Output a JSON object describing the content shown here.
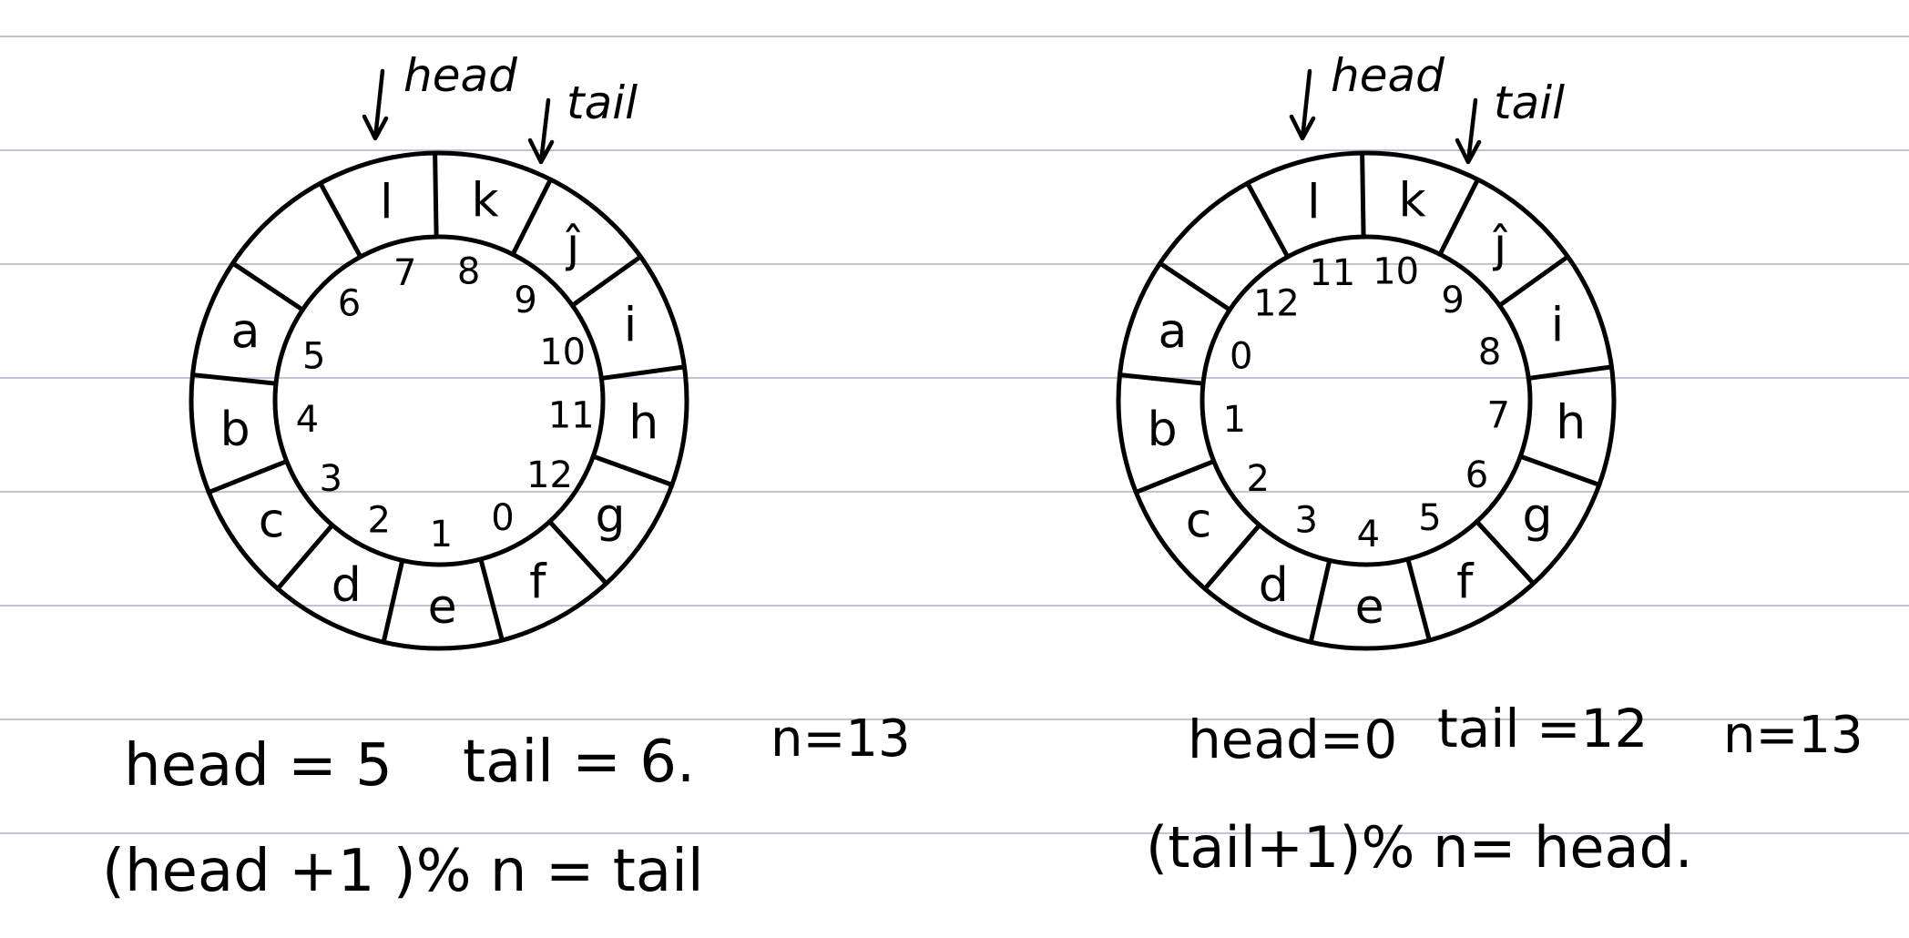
{
  "diagrams": [
    {
      "pointer_labels": {
        "head": "head",
        "tail": "tail"
      },
      "slot_letters": [
        "a",
        "",
        "l",
        "k",
        "ĵ",
        "i",
        "h",
        "g",
        "f",
        "e",
        "d",
        "c",
        "b"
      ],
      "index_numbers": [
        "5",
        "6",
        "7",
        "8",
        "9",
        "10",
        "11",
        "12",
        "0",
        "1",
        "2",
        "3",
        "4"
      ],
      "state_text": {
        "head": "head = 5",
        "tail": "tail = 6.",
        "n": "n=13"
      },
      "formula": "(head +1 )% n = tail"
    },
    {
      "pointer_labels": {
        "head": "head",
        "tail": "tail"
      },
      "slot_letters": [
        "a",
        "",
        "l",
        "k",
        "ĵ",
        "i",
        "h",
        "g",
        "f",
        "e",
        "d",
        "c",
        "b"
      ],
      "index_numbers": [
        "0",
        "12",
        "11",
        "10",
        "9",
        "8",
        "7",
        "6",
        "5",
        "4",
        "3",
        "2",
        "1"
      ],
      "state_text": {
        "head": "head=0",
        "tail": "tail =12",
        "n": "n=13"
      },
      "formula": "(tail+1)% n= head."
    }
  ],
  "ring": {
    "slots": 13
  }
}
